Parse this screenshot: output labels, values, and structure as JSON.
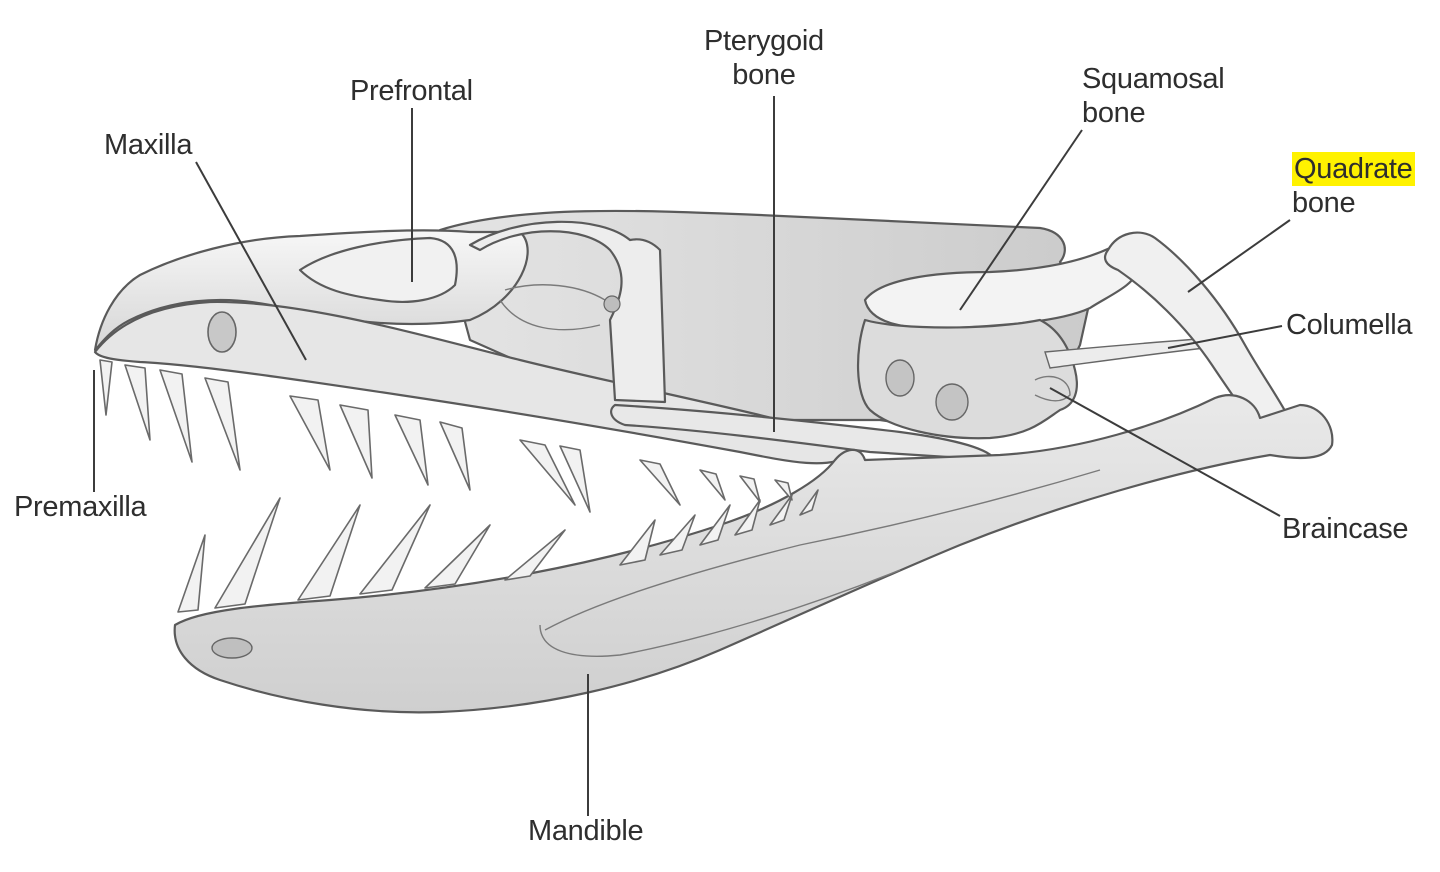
{
  "labels": {
    "pterygoid": {
      "line1": "Pterygoid",
      "line2": "bone"
    },
    "prefrontal": "Prefrontal",
    "maxilla": "Maxilla",
    "squamosal": {
      "line1": "Squamosal",
      "line2": "bone"
    },
    "quadrate": {
      "line1": "Quadrate",
      "line2": "bone"
    },
    "columella": "Columella",
    "premaxilla": "Premaxilla",
    "braincase": "Braincase",
    "mandible": "Mandible"
  },
  "colors": {
    "highlight": "#fff200",
    "label_text": "#2e2e2e",
    "bone_fill_light": "#efefef",
    "bone_fill_mid": "#d9d9d9",
    "bone_outline": "#5a5a5a"
  }
}
